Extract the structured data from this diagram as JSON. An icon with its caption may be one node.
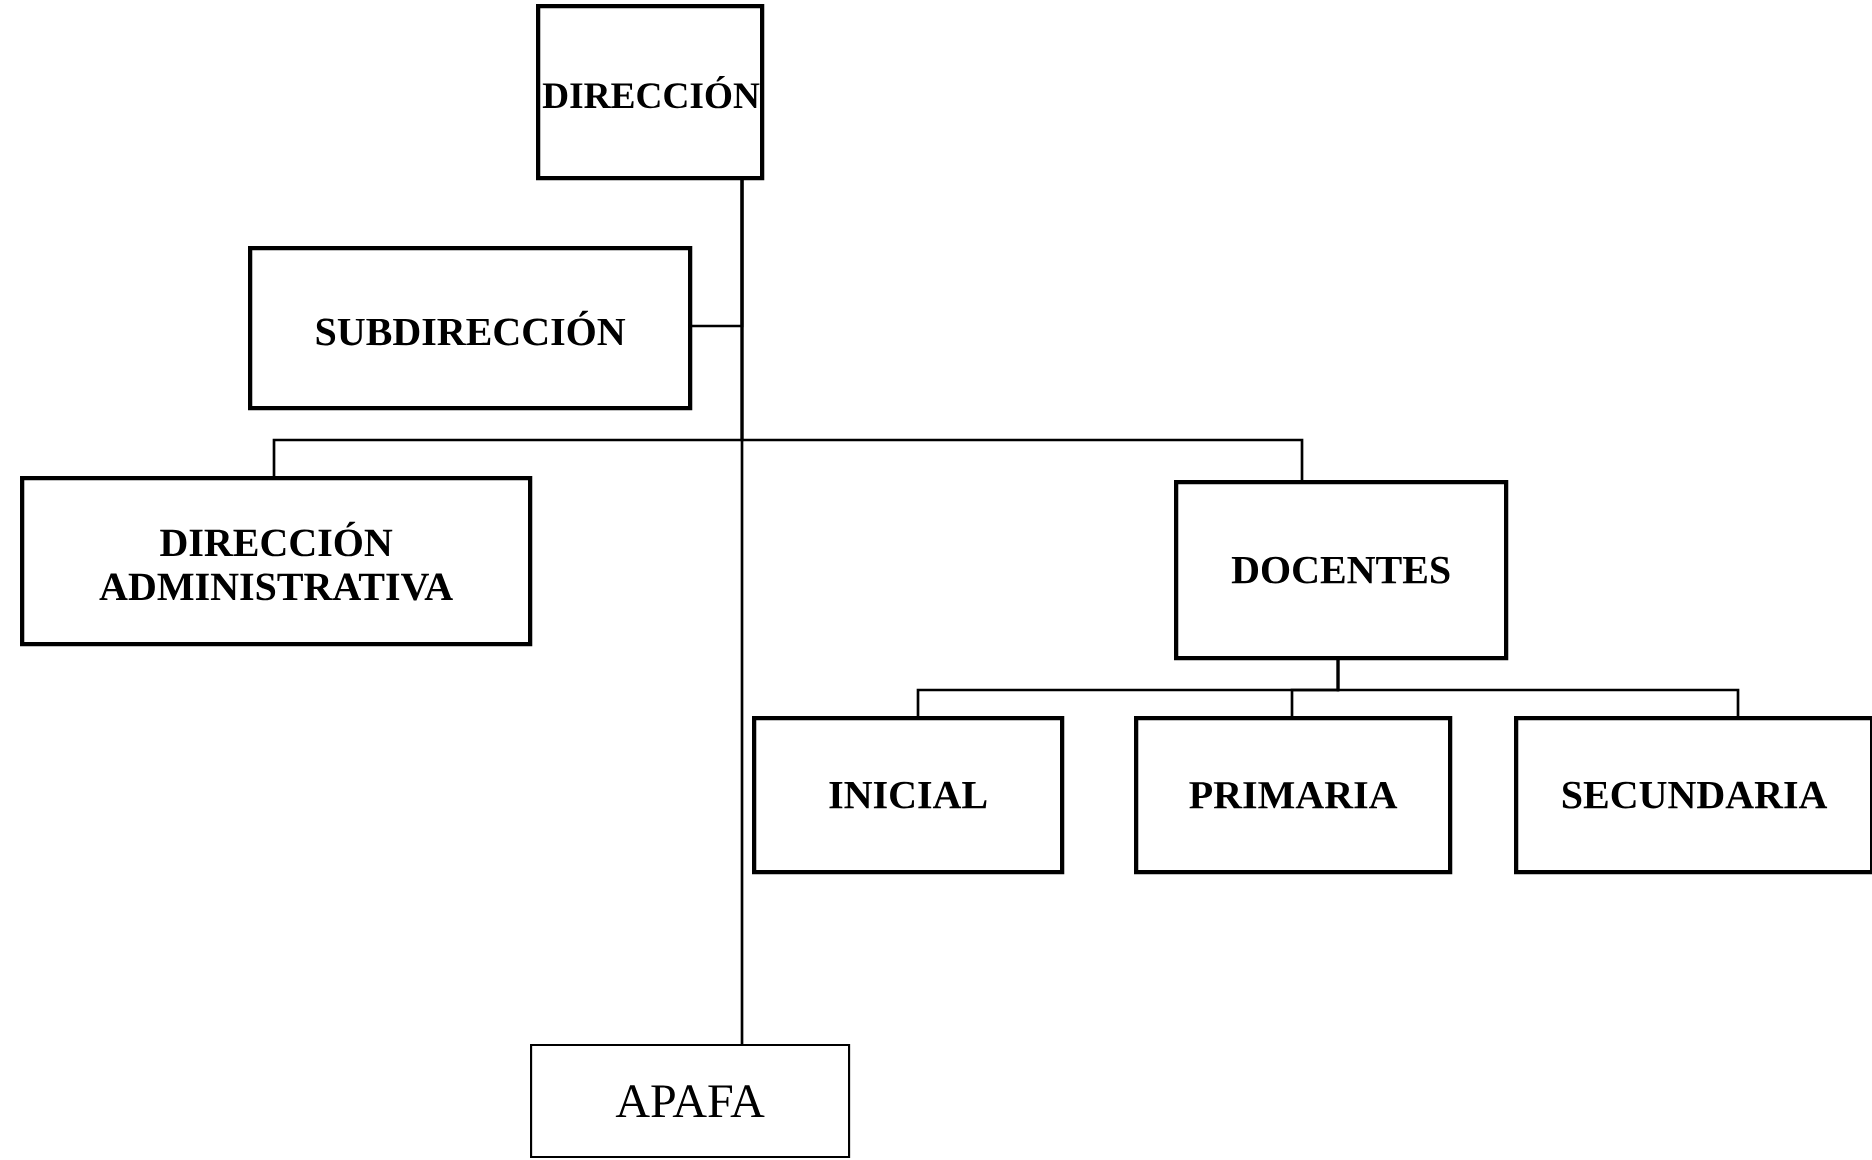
{
  "diagram": {
    "nodes": [
      {
        "text": [
          "DIRECCIÓN"
        ]
      },
      {
        "text": [
          "SUBDIRECCIÓN"
        ]
      },
      {
        "text": [
          "DIRECCIÓN ADMINISTRATIVA"
        ]
      },
      {
        "text": [
          "DOCENTES"
        ]
      },
      {
        "text": [
          "INICIAL"
        ]
      },
      {
        "text": [
          "PRIMARIA"
        ]
      },
      {
        "text": [
          "SECUNDARIA"
        ]
      },
      {
        "text": [
          "APAFA"
        ]
      }
    ],
    "edges": [
      {
        "from": 0,
        "to": 1,
        "arrow": "none"
      },
      {
        "from": 0,
        "to": 2,
        "arrow": "none"
      },
      {
        "from": 0,
        "to": 3,
        "arrow": "none"
      },
      {
        "from": 0,
        "to": 7,
        "arrow": "none"
      },
      {
        "from": 3,
        "to": 4,
        "arrow": "none"
      },
      {
        "from": 3,
        "to": 5,
        "arrow": "none"
      },
      {
        "from": 3,
        "to": 6,
        "arrow": "none"
      }
    ]
  }
}
